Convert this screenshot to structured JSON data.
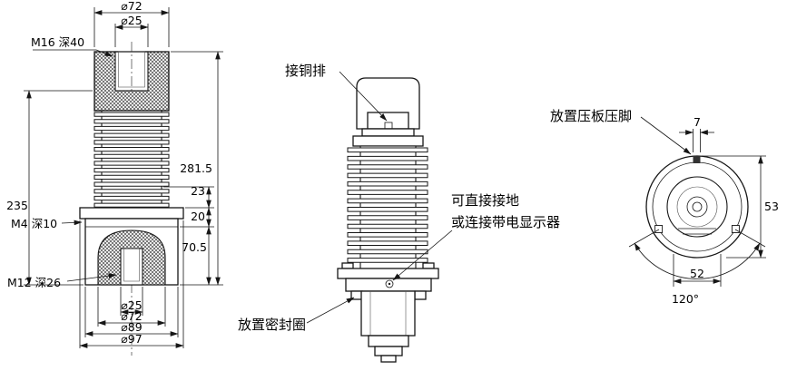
{
  "left_view": {
    "d72_top": "⌀72",
    "d25_top": "⌀25",
    "m16": "M16 深40",
    "total_height": "281.5",
    "height_235": "235",
    "dim_23": "23",
    "dim_20": "20",
    "dim_70_5": "70.5",
    "m4": "M4 深10",
    "m12": "M12 深26",
    "d25_bottom": "⌀25",
    "d72_bottom": "⌀72",
    "d89_bottom": "⌀89",
    "d97_bottom": "⌀97"
  },
  "front_view": {
    "label_copper_busbar": "接铜排",
    "label_ground_line1": "可直接接地",
    "label_ground_line2": "或连接带电显示器",
    "label_seal_ring": "放置密封圈"
  },
  "top_view": {
    "label_clamp_foot": "放置压板压脚",
    "dim_7": "7",
    "dim_53": "53",
    "dim_52": "52",
    "dim_120": "120°"
  }
}
